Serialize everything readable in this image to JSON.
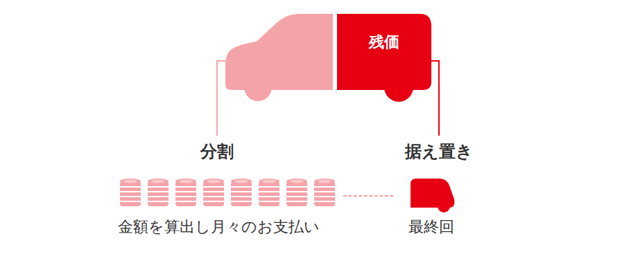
{
  "diagram": {
    "nodes": [
      {
        "text": [
          "残価"
        ]
      }
    ],
    "labels": [
      "分割",
      "据え置き",
      "金額を算出し月々のお支払い",
      "最終回"
    ]
  }
}
